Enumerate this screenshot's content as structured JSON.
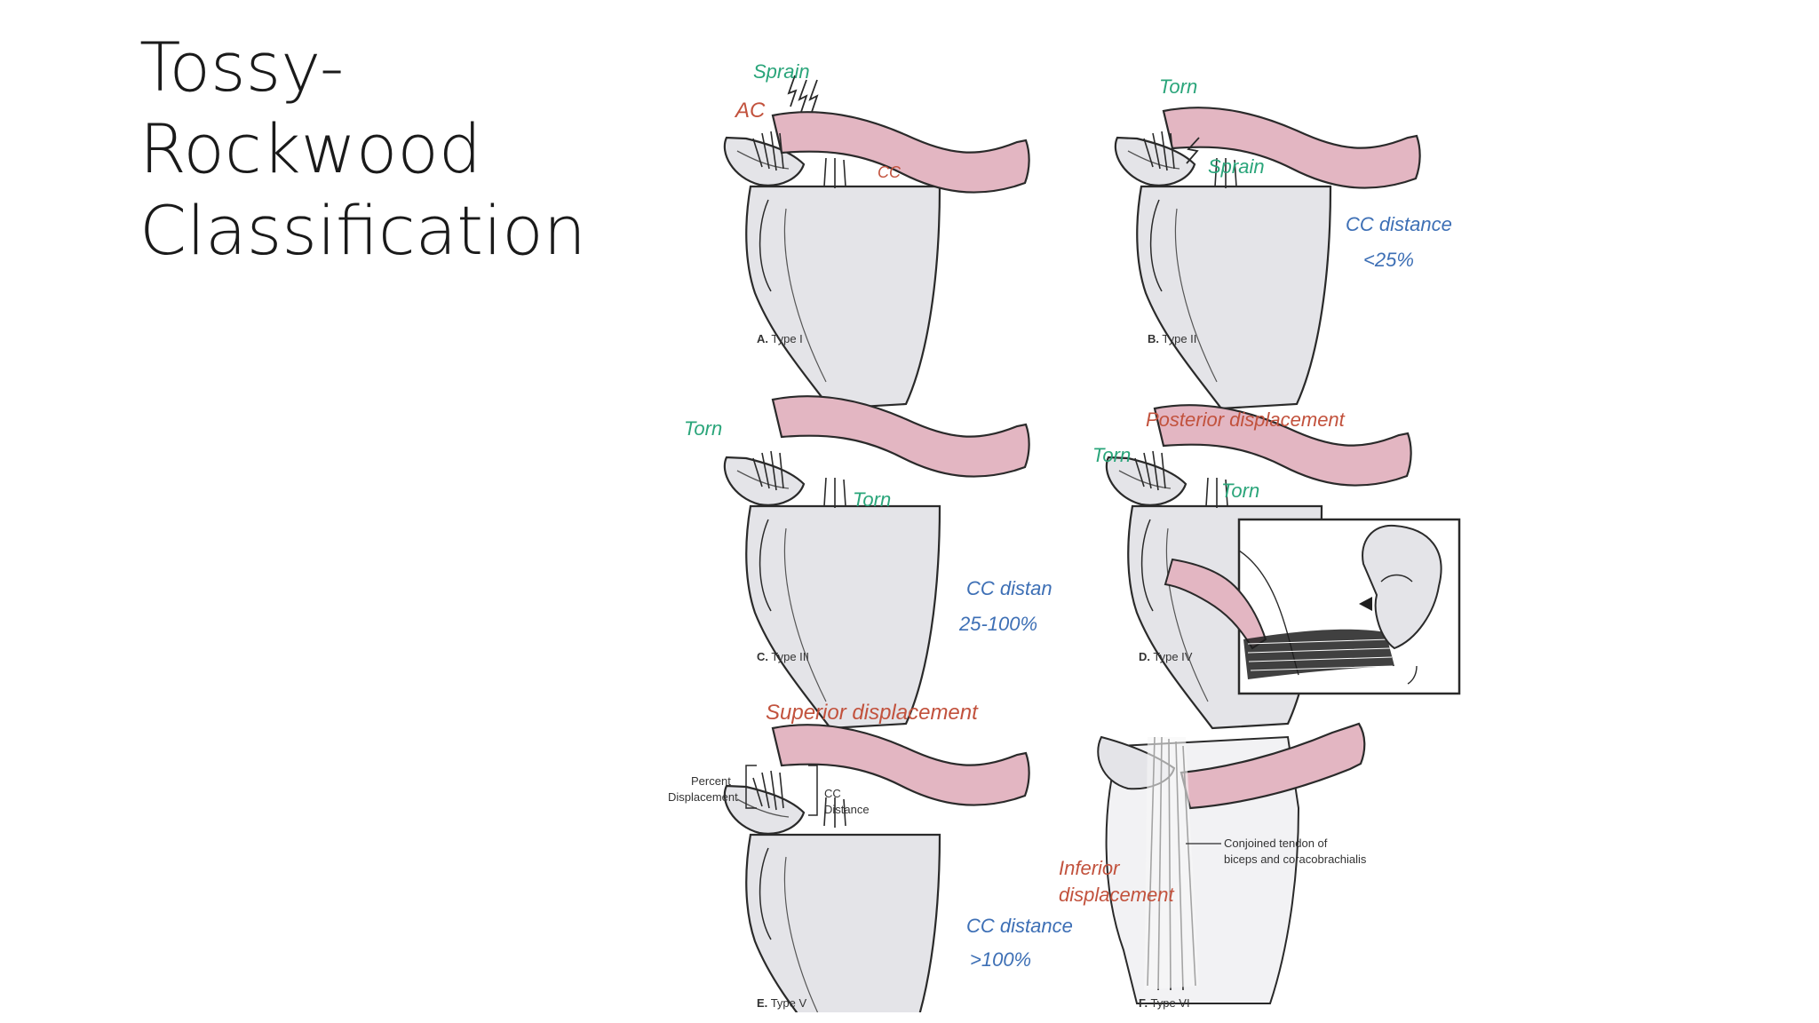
{
  "slide": {
    "title": "Tossy-\nRockwood\nClassification"
  },
  "colors": {
    "clavicle": "#e3b6c2",
    "bone": "#e4e4e8",
    "green_note": "#2aa57a",
    "red_note": "#c2523d",
    "blue_note": "#3d6fb5"
  },
  "panels": {
    "a": {
      "caption_letter": "A.",
      "caption_text": "Type I",
      "notes": {
        "sprain": "Sprain",
        "ac": "AC",
        "cc": "CC"
      }
    },
    "b": {
      "caption_letter": "B.",
      "caption_text": "Type II",
      "notes": {
        "torn": "Torn",
        "sprain": "Sprain",
        "cc1": "CC distance",
        "cc2": "<25%"
      }
    },
    "c": {
      "caption_letter": "C.",
      "caption_text": "Type III",
      "notes": {
        "torn1": "Torn",
        "torn2": "Torn",
        "cc1": "CC distan",
        "cc2": "25-100%"
      }
    },
    "d": {
      "caption_letter": "D.",
      "caption_text": "Type IV",
      "notes": {
        "posterior": "Posterior displacement",
        "torn1": "Torn",
        "torn2": "Torn"
      }
    },
    "e": {
      "caption_letter": "E.",
      "caption_text": "Type V",
      "notes": {
        "superior": "Superior displacement",
        "percent1": "Percent",
        "percent2": "Displacement",
        "cc1": "CC",
        "cc2": "Distance",
        "ccd1": "CC distance",
        "ccd2": ">100%"
      }
    },
    "f": {
      "caption_letter": "F.",
      "caption_text": "Type VI",
      "notes": {
        "inferior1": "Inferior",
        "inferior2": "displacement",
        "tendon1": "Conjoined tendon of",
        "tendon2": "biceps and coracobrachialis"
      }
    }
  }
}
